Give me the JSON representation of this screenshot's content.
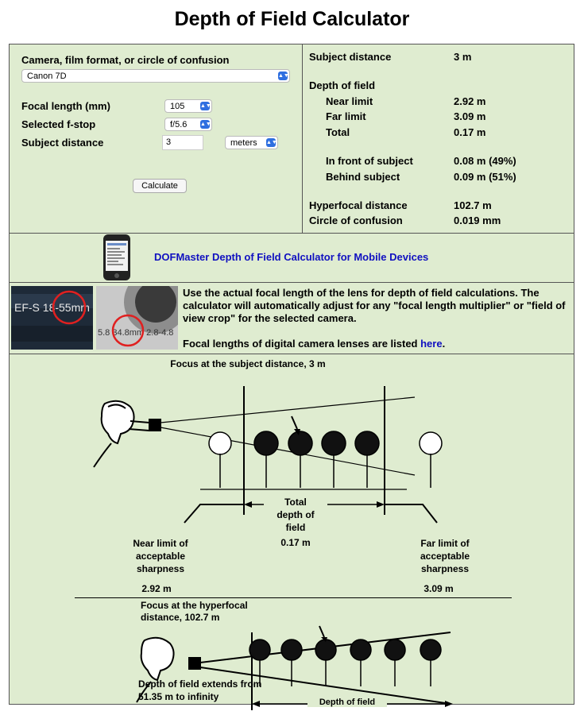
{
  "page": {
    "title": "Depth of Field Calculator"
  },
  "form": {
    "camera_label": "Camera, film format, or circle of confusion",
    "camera_value": "Canon 7D",
    "focal_label": "Focal length (mm)",
    "focal_value": "105",
    "fstop_label": "Selected f-stop",
    "fstop_value": "f/5.6",
    "distance_label": "Subject distance",
    "distance_value": "3",
    "units_value": "meters",
    "calculate_label": "Calculate"
  },
  "results": {
    "subject_distance_label": "Subject distance",
    "subject_distance_value": "3 m",
    "dof_heading": "Depth of field",
    "near_label": "Near limit",
    "near_value": "2.92 m",
    "far_label": "Far limit",
    "far_value": "3.09 m",
    "total_label": "Total",
    "total_value": "0.17 m",
    "front_label": "In front of subject",
    "front_value": "0.08 m (49%)",
    "behind_label": "Behind subject",
    "behind_value": "0.09 m (51%)",
    "hyperfocal_label": "Hyperfocal distance",
    "hyperfocal_value": "102.7 m",
    "coc_label": "Circle of confusion",
    "coc_value": "0.019 mm"
  },
  "mobile": {
    "link_text": "DOFMaster Depth of Field Calculator for Mobile Devices"
  },
  "lens_tip": {
    "lens1_text": "EF-S 18-55mm",
    "lens2_text": "5.8 34.8mm 2.8-4.8",
    "paragraph": "Use the actual focal length of the lens for depth of field calculations. The calculator will automatically adjust for any \"focal length multiplier\" or \"field of view crop\" for the selected camera.",
    "listing_prefix": "Focal lengths of digital camera lenses are listed ",
    "listing_link": "here",
    "listing_suffix": "."
  },
  "diagram1": {
    "caption": "Focus at the subject distance, 3 m",
    "total_line1": "Total",
    "total_line2": "depth of",
    "total_line3": "field",
    "total_value": "0.17 m",
    "near_line1": "Near limit of",
    "near_line2": "acceptable",
    "near_line3": "sharpness",
    "near_value": "2.92 m",
    "far_line1": "Far limit of",
    "far_line2": "acceptable",
    "far_line3": "sharpness",
    "far_value": "3.09 m"
  },
  "diagram2": {
    "caption_line1": "Focus at the hyperfocal",
    "caption_line2": "distance, 102.7 m",
    "dof_label": "Depth of field",
    "footer_line1": "Depth of field extends from",
    "footer_line2": "51.35 m to infinity"
  },
  "colors": {
    "panel_bg": "#dfecd0",
    "link": "#1010c0",
    "select_arrow": "#2f6fe0"
  }
}
